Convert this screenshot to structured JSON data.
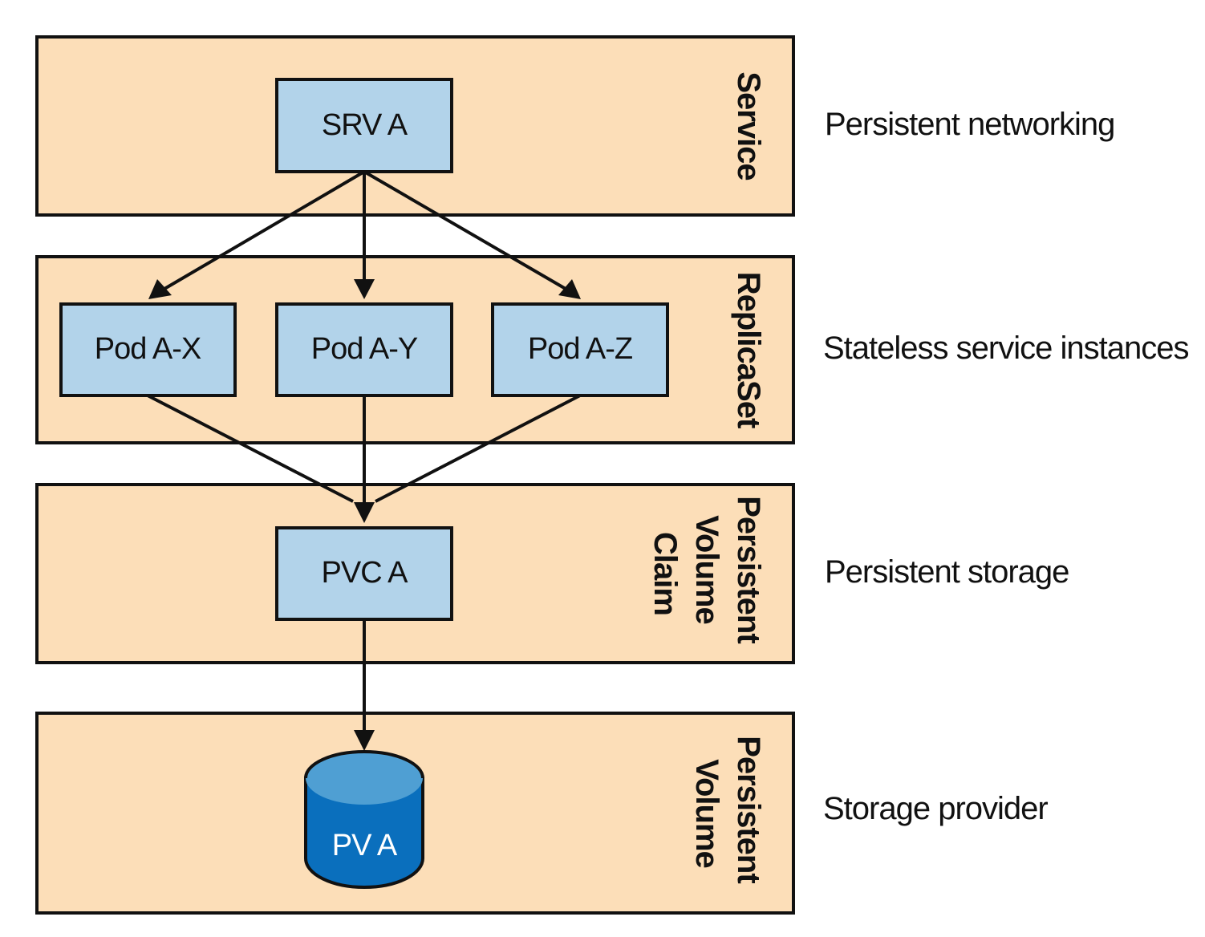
{
  "layers": [
    {
      "id": "service",
      "label_lines": [
        "Service"
      ],
      "description": "Persistent networking"
    },
    {
      "id": "replicaset",
      "label_lines": [
        "ReplicaSet"
      ],
      "description": "Stateless service instances"
    },
    {
      "id": "pvc",
      "label_lines": [
        "Persistent",
        "Volume",
        "Claim"
      ],
      "description": "Persistent storage"
    },
    {
      "id": "pv",
      "label_lines": [
        "Persistent",
        "Volume"
      ],
      "description": "Storage provider"
    }
  ],
  "nodes": {
    "srv": "SRV A",
    "pod_x": "Pod A-X",
    "pod_y": "Pod A-Y",
    "pod_z": "Pod A-Z",
    "pvc": "PVC A",
    "pv": "PV A"
  },
  "colors": {
    "layer_fill": "#fcdeb8",
    "box_fill": "#b2d3ea",
    "cylinder_top": "#4f9fd3",
    "cylinder_body": "#0a6fbd"
  }
}
